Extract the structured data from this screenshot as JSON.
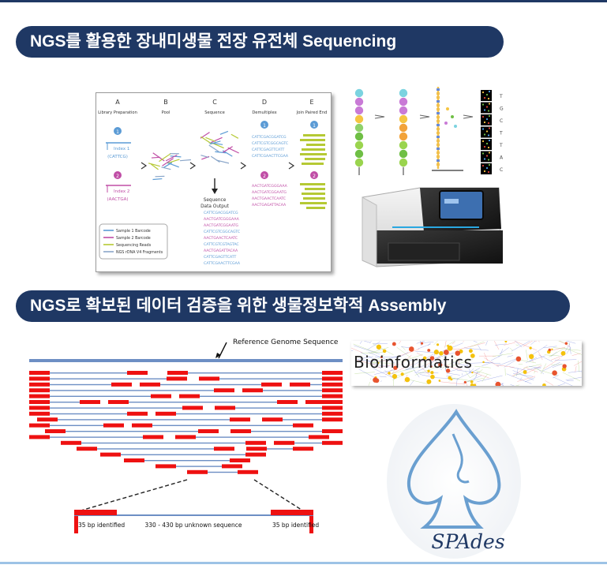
{
  "section1": {
    "title": "NGS를 활용한 장내미생물 전장 유전체 Sequencing"
  },
  "section2": {
    "title": "NGS로 확보된 데이터 검증을 위한 생물정보학적 Assembly"
  },
  "workflow": {
    "steps": [
      {
        "letter": "A",
        "name": "Library Preparation"
      },
      {
        "letter": "B",
        "name": "Pool"
      },
      {
        "letter": "C",
        "name": "Sequence"
      },
      {
        "letter": "D",
        "name": "Demultiplex"
      },
      {
        "letter": "E",
        "name": "Join Paired End"
      }
    ],
    "index1": {
      "num": "1",
      "label": "Index 1",
      "code": "(CATTCG)"
    },
    "index2": {
      "num": "2",
      "label": "Index 2",
      "code": "(AACTGA)"
    },
    "output_label_1": "Sequence",
    "output_label_2": "Data Output",
    "sequences_output": [
      "CATTCGACGGATCG",
      "AACTGATCGGGAAA",
      "AACTGATCGGAATG",
      "CATTCGTCGGCAGTC",
      "AACTGAACTCAATC",
      "CATTCGTCGTAGTAC",
      "AACTGAGATTACAA",
      "CATTCGAGTTCATT",
      "CATTCGAACTTCGAA"
    ],
    "sequences_demux_1": [
      "CATTCGACGGATCG",
      "CATTCGTCGGCAGTC",
      "CATTCGAGTTCATT",
      "CATTCGAACTTCGAA"
    ],
    "sequences_demux_2": [
      "AACTGATCGGGAAA",
      "AACTGATCGGAATG",
      "AACTGAACTCAATC",
      "AACTGAGATTACAA"
    ],
    "legend": [
      "Sample 1 Barcode",
      "Sample 2 Barcode",
      "Sequencing Reads",
      "NGS rDNA V4 Fragments"
    ]
  },
  "chemistry": {
    "tile_letters": [
      "T",
      "G",
      "C",
      "T",
      "T",
      "A",
      "C"
    ]
  },
  "assembly": {
    "reference_label": "Reference Genome Sequence",
    "left_identified": "35 bp identified",
    "middle": "330 - 430 bp unknown sequence",
    "right_identified": "35 bp identified"
  },
  "bioinformatics": {
    "label": "Bioinformatics"
  },
  "spades": {
    "label": "SPAdes"
  },
  "colors": {
    "navy": "#1f3864",
    "red": "#ee1111",
    "blue": "#6d8fc4",
    "lightblue": "#9dc3e6"
  }
}
